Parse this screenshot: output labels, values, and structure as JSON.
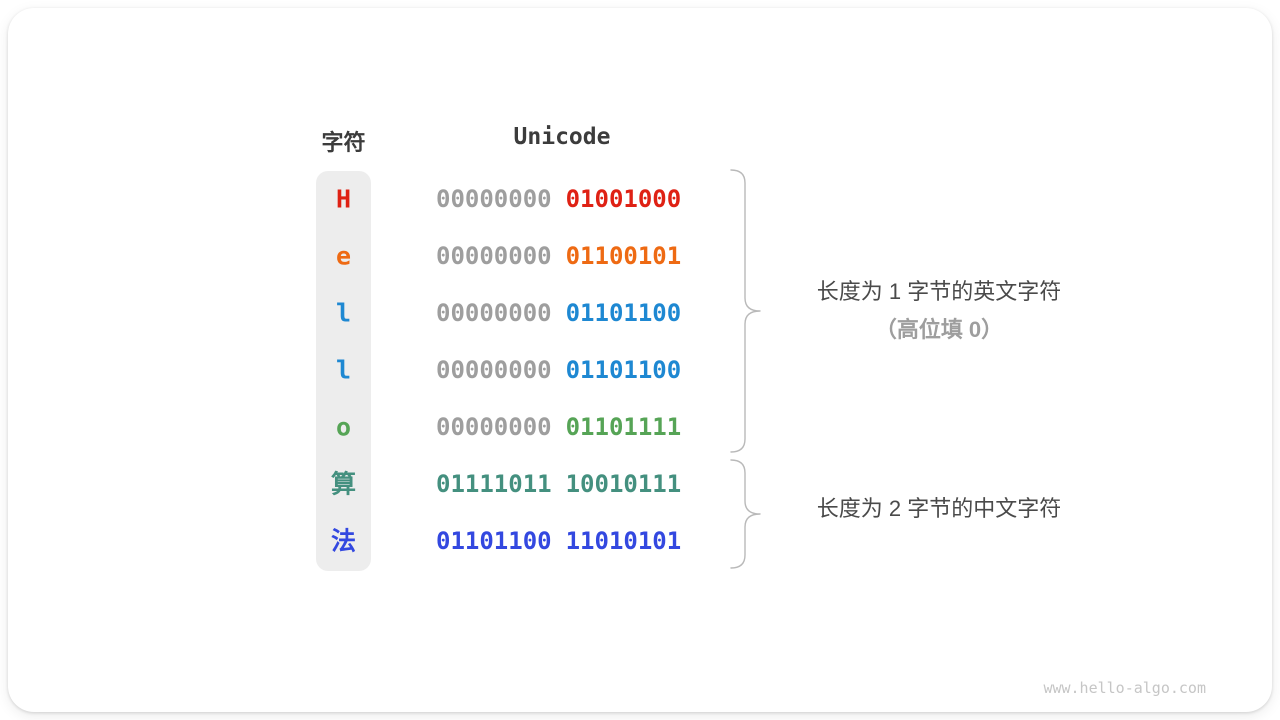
{
  "header": {
    "char_col": "字符",
    "unicode_col": "Unicode"
  },
  "rows": [
    {
      "char": "H",
      "bytes": [
        "00000000",
        "01001000"
      ],
      "color": "#df2114",
      "leading_gray": true
    },
    {
      "char": "e",
      "bytes": [
        "00000000",
        "01100101"
      ],
      "color": "#ee6a13",
      "leading_gray": true
    },
    {
      "char": "l",
      "bytes": [
        "00000000",
        "01101100"
      ],
      "color": "#1e88d2",
      "leading_gray": true
    },
    {
      "char": "l",
      "bytes": [
        "00000000",
        "01101100"
      ],
      "color": "#1e88d2",
      "leading_gray": true
    },
    {
      "char": "o",
      "bytes": [
        "00000000",
        "01101111"
      ],
      "color": "#56a456",
      "leading_gray": true
    },
    {
      "char": "算",
      "bytes": [
        "01111011",
        "10010111"
      ],
      "color": "#44907f",
      "leading_gray": false
    },
    {
      "char": "法",
      "bytes": [
        "01101100",
        "11010101"
      ],
      "color": "#3348e0",
      "leading_gray": false
    }
  ],
  "annotations": {
    "group1_line1": "长度为 1 字节的英文字符",
    "group1_line2": "（高位填 0）",
    "group2_line1": "长度为 2 字节的中文字符"
  },
  "watermark": "www.hello-algo.com",
  "colors": {
    "gray_bits": "#9e9e9e",
    "header_text": "#3c3c3c",
    "annotation_text": "#4a4a4a",
    "annotation_sub_text": "#9e9e9e",
    "brace": "#b9b9b9",
    "char_column_bg": "#ededed",
    "watermark_text": "#c6c6c6"
  }
}
